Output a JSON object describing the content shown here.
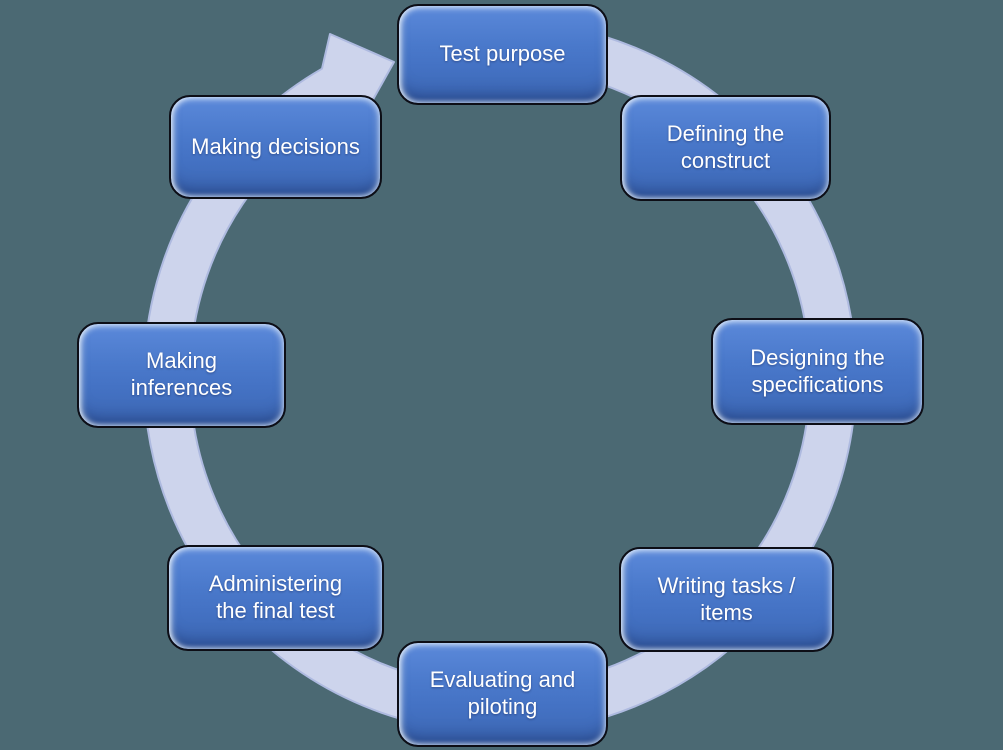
{
  "diagram": {
    "kind": "cycle",
    "direction": "clockwise",
    "step_count": 8
  },
  "colors": {
    "background": "#4B6973",
    "node_fill": "#4472C4",
    "node_fill_highlight": "#5B89DA",
    "node_fill_shadow": "#3C67B3",
    "node_border": "#0D0E16",
    "node_text": "#FFFFFF",
    "ring_fill": "#CDD4EC",
    "ring_edge": "#AEBAE0"
  },
  "cycle": {
    "steps": [
      {
        "id": "test-purpose",
        "label": "Test purpose",
        "lines": [
          "Test purpose"
        ]
      },
      {
        "id": "defining-the-construct",
        "label": "Defining the construct",
        "lines": [
          "Defining the",
          "construct"
        ]
      },
      {
        "id": "designing-the-specifications",
        "label": "Designing the specifications",
        "lines": [
          "Designing the",
          "specifications"
        ]
      },
      {
        "id": "writing-tasks-items",
        "label": "Writing tasks / items",
        "lines": [
          "Writing tasks /",
          "items"
        ]
      },
      {
        "id": "evaluating-and-piloting",
        "label": "Evaluating and piloting",
        "lines": [
          "Evaluating and",
          "piloting"
        ]
      },
      {
        "id": "administering-the-final-test",
        "label": "Administering the final test",
        "lines": [
          "Administering",
          "the final test"
        ]
      },
      {
        "id": "making-inferences",
        "label": "Making inferences",
        "lines": [
          "Making",
          "inferences"
        ]
      },
      {
        "id": "making-decisions",
        "label": "Making decisions",
        "lines": [
          "Making decisions"
        ]
      }
    ]
  }
}
